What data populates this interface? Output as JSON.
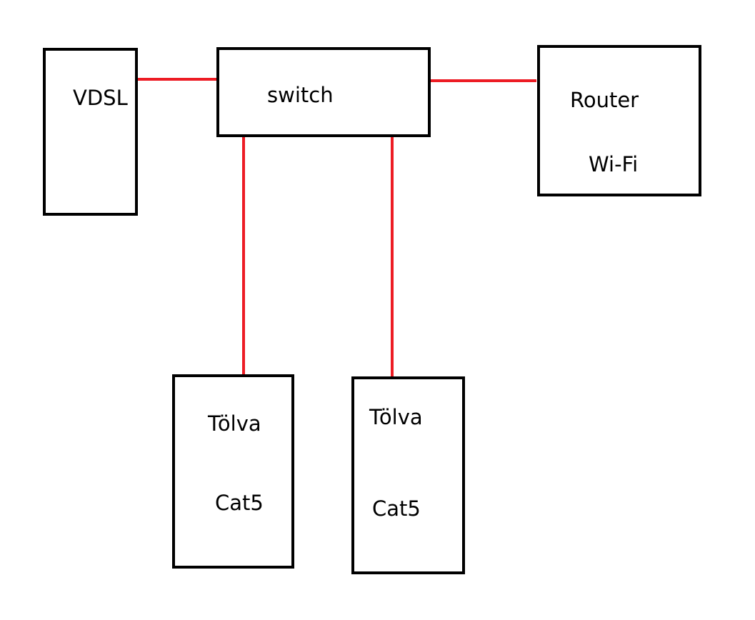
{
  "diagram": {
    "nodes": {
      "vdsl": {
        "label": "VDSL"
      },
      "switch": {
        "label": "switch"
      },
      "router": {
        "label_line1": "Router",
        "label_line2": "Wi-Fi"
      },
      "tolva1": {
        "label_line1": "Tölva",
        "label_line2": "Cat5"
      },
      "tolva2": {
        "label_line1": "Tölva",
        "label_line2": "Cat5"
      }
    },
    "edges": [
      {
        "from": "vdsl",
        "to": "switch"
      },
      {
        "from": "switch",
        "to": "router"
      },
      {
        "from": "switch",
        "to": "tolva1"
      },
      {
        "from": "switch",
        "to": "tolva2"
      }
    ],
    "colors": {
      "link": "#ed1c24",
      "box_stroke": "#000000",
      "background": "#ffffff"
    }
  }
}
